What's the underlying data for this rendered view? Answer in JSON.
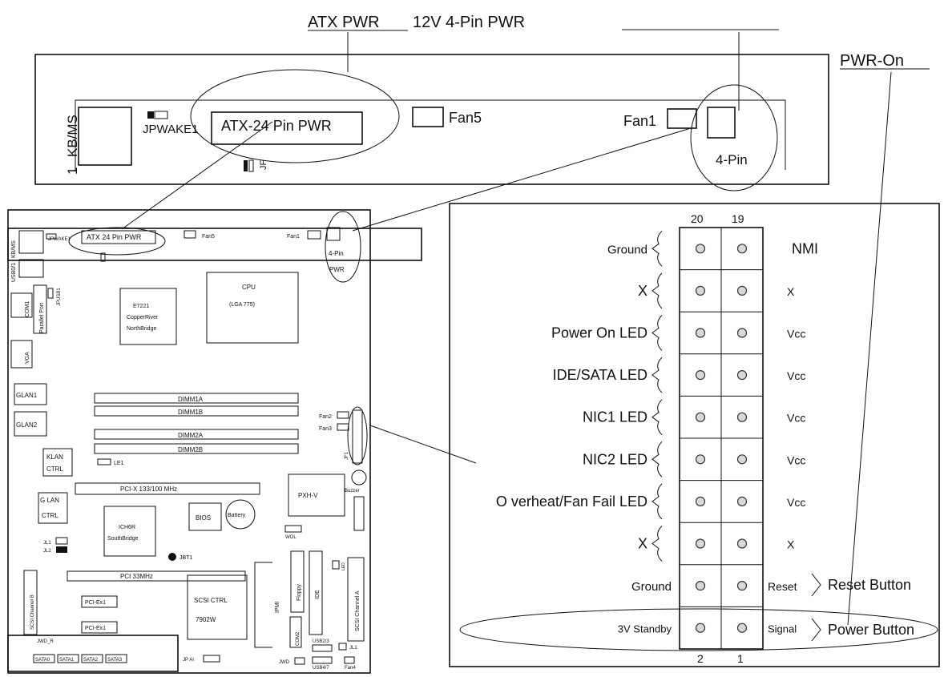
{
  "top_header": {
    "atx_pwr": "ATX PWR",
    "atx_rest": "12V 4-Pin PWR",
    "pwr_on": "PWR-On"
  },
  "zoom": {
    "kbms": "KB/MS",
    "kb_num": "1",
    "jpwake": "JPWAKE1",
    "atx24": "ATX-24 Pin PWR",
    "jf_label": "JF",
    "fan5": "Fan5",
    "fan1": "Fan1",
    "four_pin": "4-Pin"
  },
  "board": {
    "kbms": "KB/MS",
    "usb": "USB0/1",
    "jpwake": "JPWAKE1",
    "atx24": "ATX 24 Pin PWR",
    "fan5": "Fan5",
    "fan1": "Fan1",
    "four_pin": "4-Pin",
    "pwr": "PWR",
    "com1": "COM1",
    "jpusb1": "JPUSB1",
    "parallel": "Parallel Port",
    "vga": "VGA",
    "glan1": "GLAN1",
    "glan2": "GLAN2",
    "klan1": "KLAN",
    "klan2": "CTRL",
    "glan_ctrl1": "G LAN",
    "glan_ctrl2": "CTRL",
    "nb1": "E7221",
    "nb2": "CopperRiver",
    "nb3": "NorthBridge",
    "cpu1": "CPU",
    "cpu2": "(LGA 775)",
    "dimm1a": "DIMM1A",
    "dimm1b": "DIMM1B",
    "dimm2a": "DIMM2A",
    "dimm2b": "DIMM2B",
    "le1": "LE1",
    "fan2": "Fan2",
    "fan3": "Fan3",
    "jf1": "JF1",
    "pcix": "PCI-X 133/100 MHz",
    "pxh": "PXH-V",
    "buzzer": "Buzzer",
    "ich1": "ICH6R",
    "ich2": "SouthBridge",
    "bios": "BIOS",
    "battery": "Battery",
    "jl1": "JL1",
    "jl2": "JL2",
    "jbt": "JBT1",
    "pci33": "PCI 33MHz",
    "wol": "WOL",
    "ipmi": "IPMI",
    "floppy": "Floppy",
    "ide": "IDE",
    "led": "LED",
    "scsi_a": "SCSI Channel A",
    "scsi_b": "SCSI Channel B",
    "pciex1a": "PCI-Ex1",
    "pciex1b": "PCI-Ex1",
    "scsi_ctrl1": "SCSI CTRL",
    "scsi_ctrl2": "7902W",
    "com2": "COM2",
    "usb23": "USB2/3",
    "jwdr": "JWD_R",
    "sata0": "SATA0",
    "sata1": "SATA1",
    "sata2": "SATA2",
    "sata3": "SATA3",
    "jpai": "JP AI",
    "jwd": "JWD",
    "usb47": "USB4/7",
    "fan4": "Fan4",
    "jl1b": "JL1"
  },
  "header_top_numbers": {
    "left": "20",
    "right": "19"
  },
  "header_bottom_numbers": {
    "left": "2",
    "right": "1"
  },
  "pins": [
    {
      "left": "Ground",
      "right": "NMI"
    },
    {
      "left": "X",
      "right": "X"
    },
    {
      "left": "Power On LED",
      "right": "Vcc"
    },
    {
      "left": "IDE/SATA  LED",
      "right": "Vcc"
    },
    {
      "left": "NIC1 LED",
      "right": "Vcc"
    },
    {
      "left": "NIC2 LED",
      "right": "Vcc"
    },
    {
      "left": "O verheat/Fan Fail LED",
      "right": "Vcc"
    },
    {
      "left": "X",
      "right": "X"
    },
    {
      "left": "Ground",
      "right": "Reset"
    },
    {
      "left": "3V Standby",
      "right": "Signal"
    }
  ],
  "button_labels": {
    "reset": "Reset Button",
    "power": "Power Button"
  }
}
